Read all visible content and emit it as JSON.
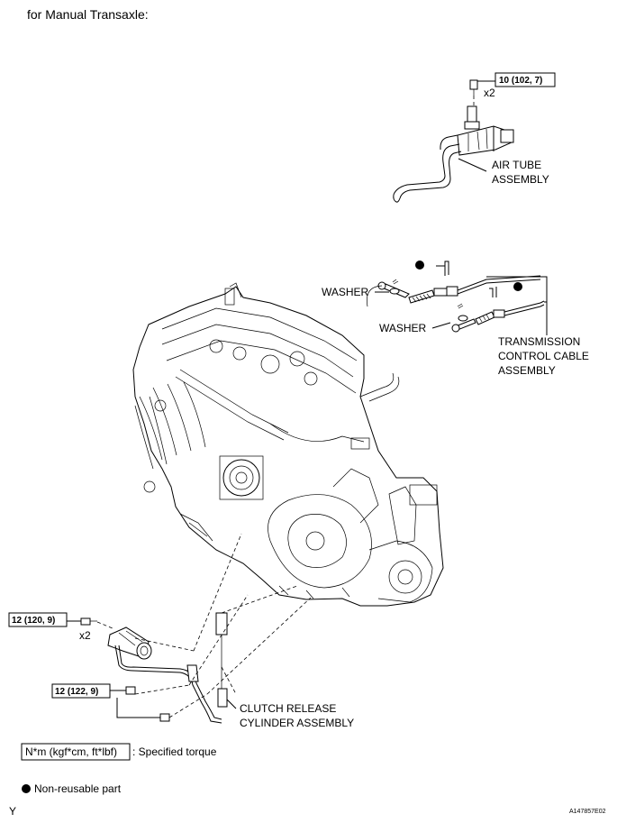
{
  "header": {
    "title": "for Manual Transaxle:"
  },
  "torques": {
    "air_tube_bolt": "10 (102, 7)",
    "air_tube_qty": "x2",
    "clutch_bolt_a": "12 (120, 9)",
    "clutch_bolt_a_qty": "x2",
    "clutch_bolt_b": "12 (122, 9)"
  },
  "parts": {
    "air_tube_line1": "AIR TUBE",
    "air_tube_line2": "ASSEMBLY",
    "washer_upper": "WASHER",
    "washer_lower": "WASHER",
    "tcc_line1": "TRANSMISSION",
    "tcc_line2": "CONTROL CABLE",
    "tcc_line3": "ASSEMBLY",
    "clutch_line1": "CLUTCH RELEASE",
    "clutch_line2": "CYLINDER ASSEMBLY"
  },
  "legend": {
    "torque_unit_box": "N*m (kgf*cm, ft*lbf)",
    "torque_text": ": Specified torque",
    "nonreusable_text": "Non-reusable part"
  },
  "footer": {
    "left_mark": "Y",
    "figure_code": "A147857E02"
  }
}
